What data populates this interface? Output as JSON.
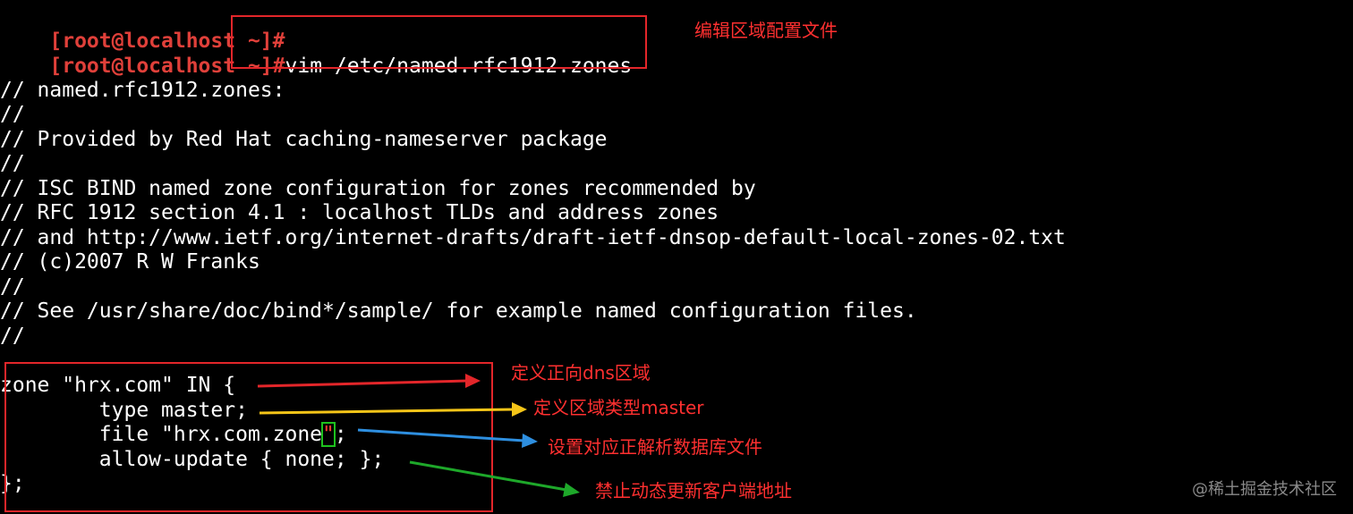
{
  "terminal": {
    "prompt_1": "[root@localhost ~]#",
    "prompt_2": "[root@localhost ~]#",
    "command": "vim /etc/named.rfc1912.zones",
    "file_lines": [
      "// named.rfc1912.zones:",
      "//",
      "// Provided by Red Hat caching-nameserver package",
      "//",
      "// ISC BIND named zone configuration for zones recommended by",
      "// RFC 1912 section 4.1 : localhost TLDs and address zones",
      "// and http://www.ietf.org/internet-drafts/draft-ietf-dnsop-default-local-zones-02.txt",
      "// (c)2007 R W Franks",
      "//",
      "// See /usr/share/doc/bind*/sample/ for example named configuration files.",
      "//"
    ],
    "zone_block": {
      "zone_line": "zone \"hrx.com\" IN {",
      "type_line": "        type master;",
      "file_line_before_cursor": "        file \"hrx.com.zone",
      "cursor_char": "\"",
      "file_line_after_cursor": ";",
      "allow_update_line": "        allow-update { none; };",
      "close_line": "};"
    }
  },
  "annotations": {
    "edit_zone_config": "编辑区域配置文件",
    "define_forward_zone": "定义正向dns区域",
    "define_zone_type": "定义区域类型master",
    "set_zone_file": "设置对应正解析数据库文件",
    "forbid_dynamic_update": "禁止动态更新客户端地址"
  },
  "watermark": "@稀土掘金技术社区",
  "colors": {
    "background": "#000000",
    "terminal_text": "#ffffff",
    "prompt": "#e0403a",
    "box_and_annotation": "#e3262a",
    "arrow_red": "#e3262a",
    "arrow_yellow": "#f5c518",
    "arrow_blue": "#2e8fe0",
    "arrow_green": "#1ea82a"
  }
}
